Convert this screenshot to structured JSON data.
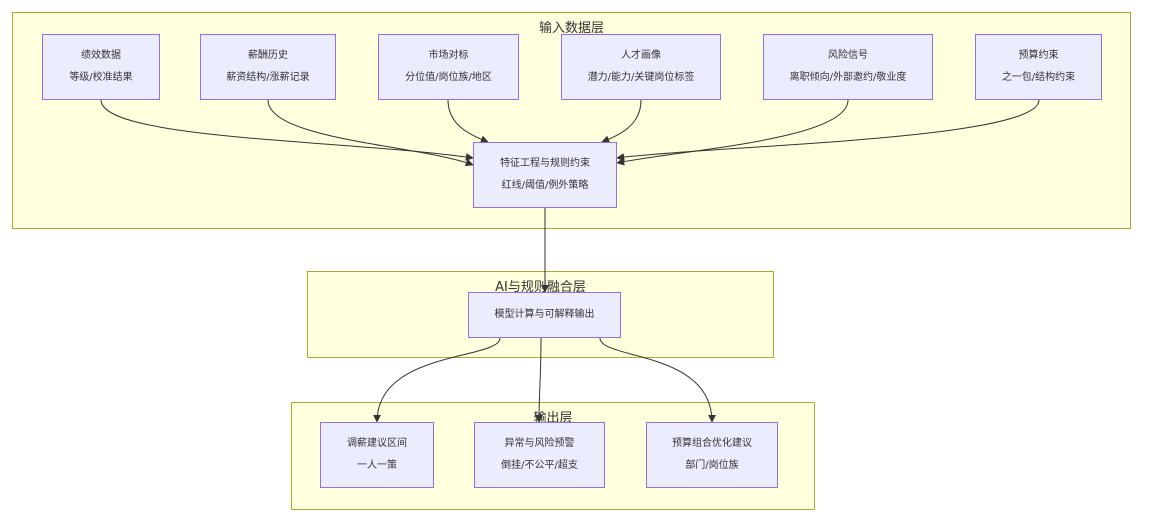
{
  "layers": {
    "input": {
      "title": "输入数据层"
    },
    "fusion": {
      "title": "AI与规则融合层"
    },
    "output": {
      "title": "输出层"
    }
  },
  "nodes": {
    "performance": {
      "line1": "绩效数据",
      "line2": "等级/校准结果"
    },
    "salary_history": {
      "line1": "薪酬历史",
      "line2": "薪资结构/涨薪记录"
    },
    "market": {
      "line1": "市场对标",
      "line2": "分位值/岗位族/地区"
    },
    "talent": {
      "line1": "人才画像",
      "line2": "潜力/能力/关键岗位标签"
    },
    "risk_signal": {
      "line1": "风险信号",
      "line2": "离职倾向/外部邀约/敬业度"
    },
    "budget": {
      "line1": "预算约束",
      "line2": "之一包/结构约束"
    },
    "feature": {
      "line1": "特征工程与规则约束",
      "line2": "红线/阈值/例外策略"
    },
    "model": {
      "line1": "模型计算与可解释输出"
    },
    "adjust": {
      "line1": "调薪建议区间",
      "line2": "一人一策"
    },
    "anomaly": {
      "line1": "异常与风险预警",
      "line2": "倒挂/不公平/超支"
    },
    "portfolio": {
      "line1": "预算组合优化建议",
      "line2": "部门/岗位族"
    }
  },
  "colors": {
    "cluster_fill": "#ffffde",
    "cluster_border": "#aaaa33",
    "node_fill": "#ececff",
    "node_border": "#9370db",
    "edge": "#333333"
  }
}
